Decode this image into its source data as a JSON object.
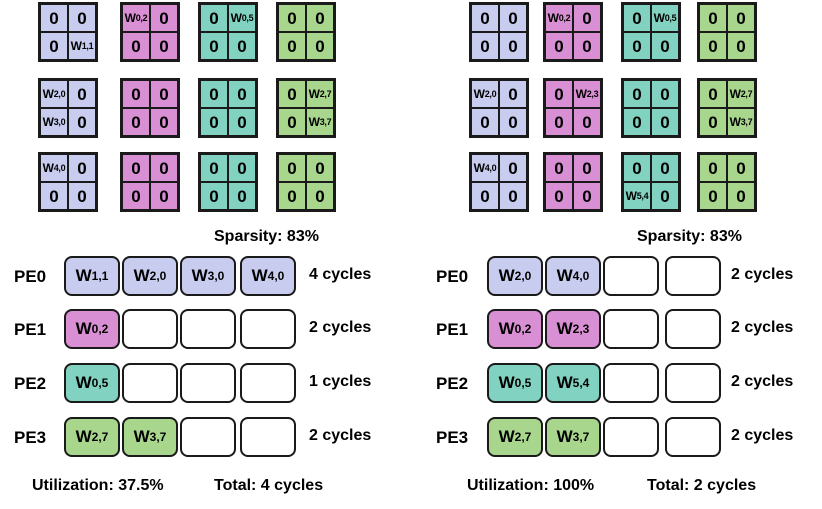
{
  "left": {
    "sparsity": "Sparsity: 83%",
    "blocks": [
      [
        [
          "0",
          "0",
          "0",
          "W1,1"
        ],
        [
          "W0,2",
          "0",
          "0",
          "0"
        ],
        [
          "0",
          "W0,5",
          "0",
          "0"
        ],
        [
          "0",
          "0",
          "0",
          "0"
        ]
      ],
      [
        [
          "W2,0",
          "0",
          "W3,0",
          "0"
        ],
        [
          "0",
          "0",
          "0",
          "0"
        ],
        [
          "0",
          "0",
          "0",
          "0"
        ],
        [
          "0",
          "W2,7",
          "0",
          "W3,7"
        ]
      ],
      [
        [
          "W4,0",
          "0",
          "0",
          "0"
        ],
        [
          "0",
          "0",
          "0",
          "0"
        ],
        [
          "0",
          "0",
          "0",
          "0"
        ],
        [
          "0",
          "0",
          "0",
          "0"
        ]
      ]
    ],
    "pes": [
      {
        "label": "PE0",
        "slots": [
          "W1,1",
          "W2,0",
          "W3,0",
          "W4,0"
        ],
        "cycles": "4 cycles"
      },
      {
        "label": "PE1",
        "slots": [
          "W0,2",
          "",
          "",
          ""
        ],
        "cycles": "2 cycles"
      },
      {
        "label": "PE2",
        "slots": [
          "W0,5",
          "",
          "",
          ""
        ],
        "cycles": "1 cycles"
      },
      {
        "label": "PE3",
        "slots": [
          "W2,7",
          "W3,7",
          "",
          ""
        ],
        "cycles": "2 cycles"
      }
    ],
    "utilization": "Utilization: 37.5%",
    "total": "Total: 4 cycles"
  },
  "right": {
    "sparsity": "Sparsity: 83%",
    "blocks": [
      [
        [
          "0",
          "0",
          "0",
          "0"
        ],
        [
          "W0,2",
          "0",
          "0",
          "0"
        ],
        [
          "0",
          "W0,5",
          "0",
          "0"
        ],
        [
          "0",
          "0",
          "0",
          "0"
        ]
      ],
      [
        [
          "W2,0",
          "0",
          "0",
          "0"
        ],
        [
          "0",
          "W2,3",
          "0",
          "0"
        ],
        [
          "0",
          "0",
          "0",
          "0"
        ],
        [
          "0",
          "W2,7",
          "0",
          "W3,7"
        ]
      ],
      [
        [
          "W4,0",
          "0",
          "0",
          "0"
        ],
        [
          "0",
          "0",
          "0",
          "0"
        ],
        [
          "0",
          "0",
          "W5,4",
          "0"
        ],
        [
          "0",
          "0",
          "0",
          "0"
        ]
      ]
    ],
    "pes": [
      {
        "label": "PE0",
        "slots": [
          "W2,0",
          "W4,0",
          "",
          ""
        ],
        "cycles": "2 cycles"
      },
      {
        "label": "PE1",
        "slots": [
          "W0,2",
          "W2,3",
          "",
          ""
        ],
        "cycles": "2 cycles"
      },
      {
        "label": "PE2",
        "slots": [
          "W0,5",
          "W5,4",
          "",
          ""
        ],
        "cycles": "2 cycles"
      },
      {
        "label": "PE3",
        "slots": [
          "W2,7",
          "W3,7",
          "",
          ""
        ],
        "cycles": "2 cycles"
      }
    ],
    "utilization": "Utilization: 100%",
    "total": "Total: 2 cycles"
  },
  "colors": {
    "col0": "#c8cdef",
    "col1": "#d98fd4",
    "col2": "#82d2c1",
    "col3": "#a8d68c"
  }
}
